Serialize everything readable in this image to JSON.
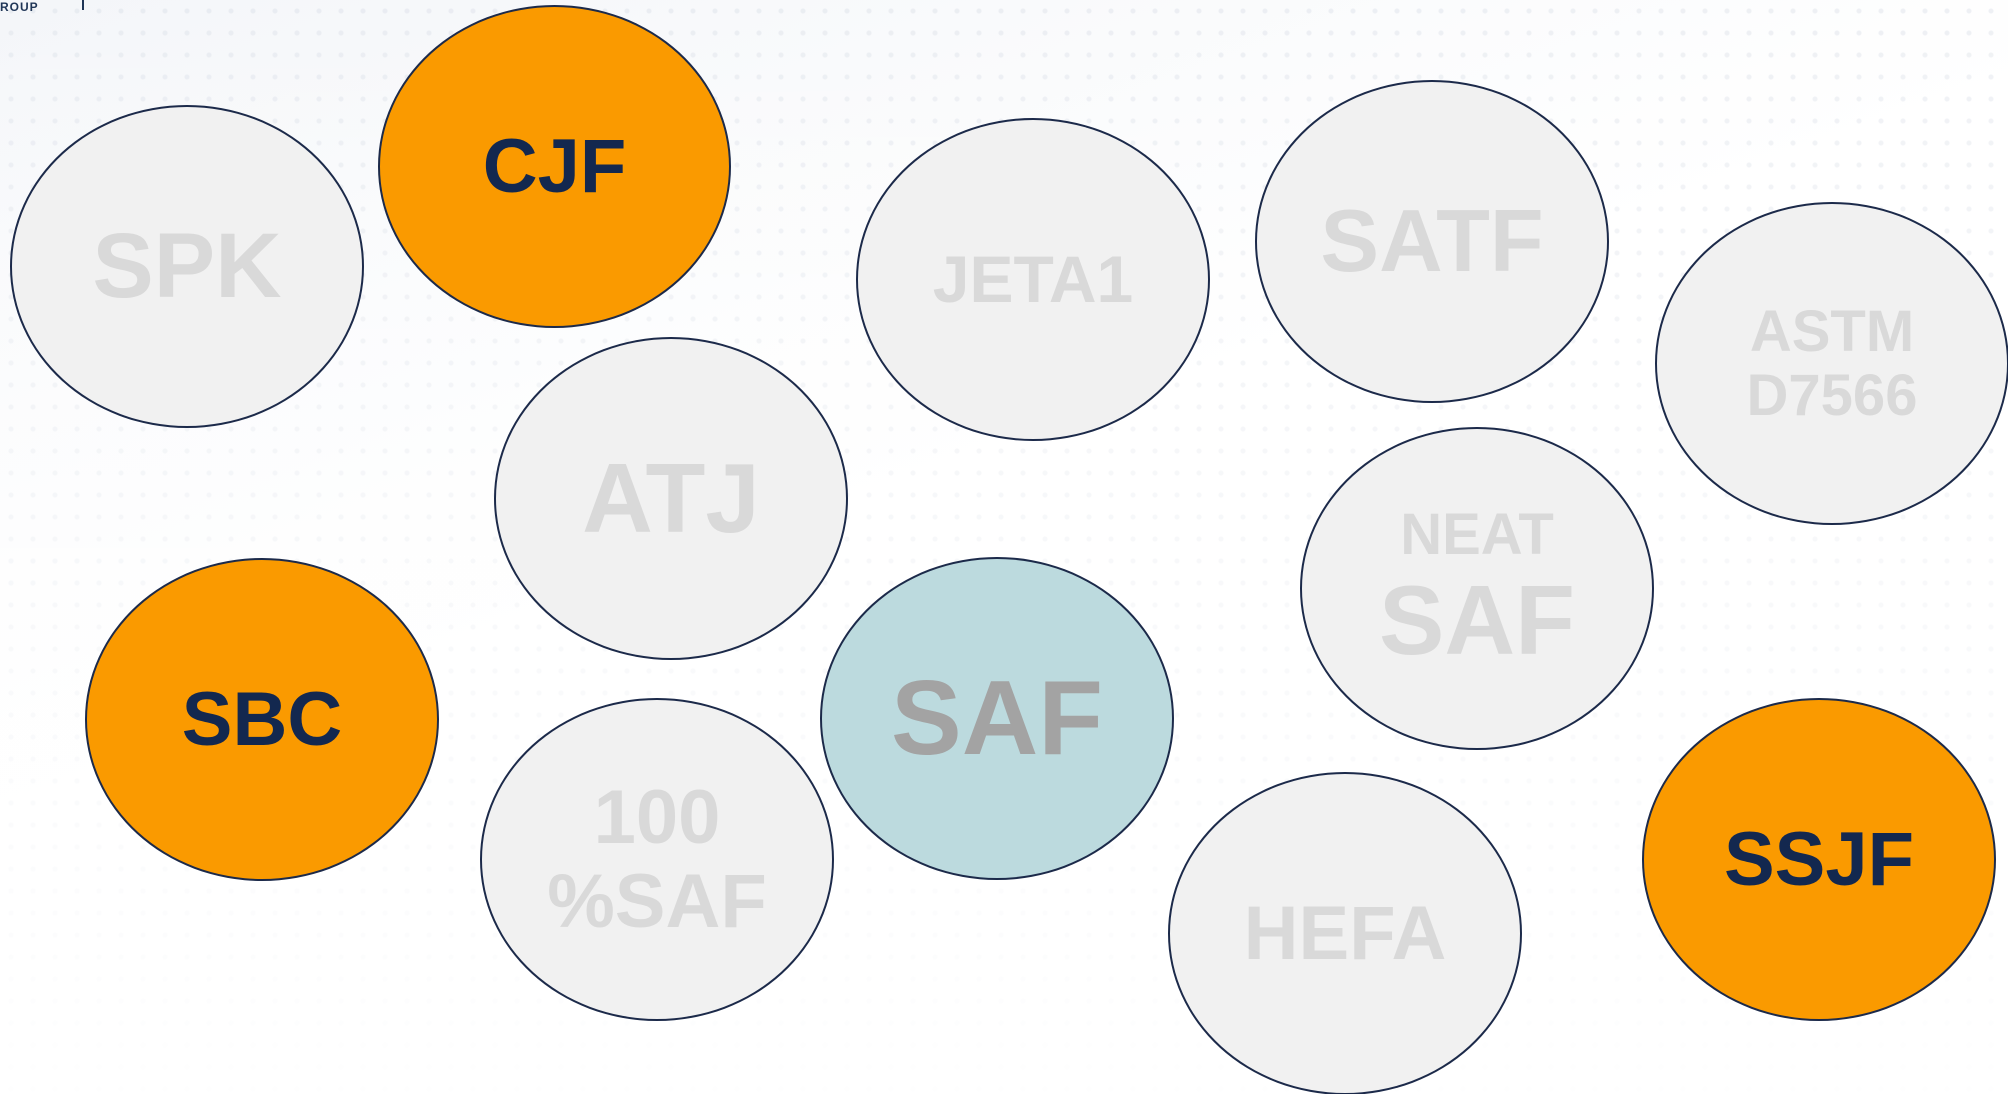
{
  "logo": {
    "text": "ROUP"
  },
  "bubbles": {
    "spk": {
      "label": "SPK"
    },
    "cjf": {
      "label": "CJF"
    },
    "jeta1": {
      "label": "JETA1"
    },
    "satf": {
      "label": "SATF"
    },
    "astm": {
      "line1": "ASTM",
      "line2": "D7566"
    },
    "atj": {
      "label": "ATJ"
    },
    "neat": {
      "line1": "NEAT",
      "line2": "SAF"
    },
    "sbc": {
      "label": "SBC"
    },
    "saf": {
      "label": "SAF"
    },
    "saf100": {
      "line1": "100",
      "line2": "%SAF"
    },
    "hefa": {
      "label": "HEFA"
    },
    "ssjf": {
      "label": "SSJF"
    }
  },
  "colors": {
    "outline": "#1c2a4a",
    "grey_fill": "#f1f1f1",
    "orange_fill": "#fa9a00",
    "teal_fill": "#bcdade",
    "navy_text": "#13284f",
    "faded_text": "#d9d9d9"
  }
}
